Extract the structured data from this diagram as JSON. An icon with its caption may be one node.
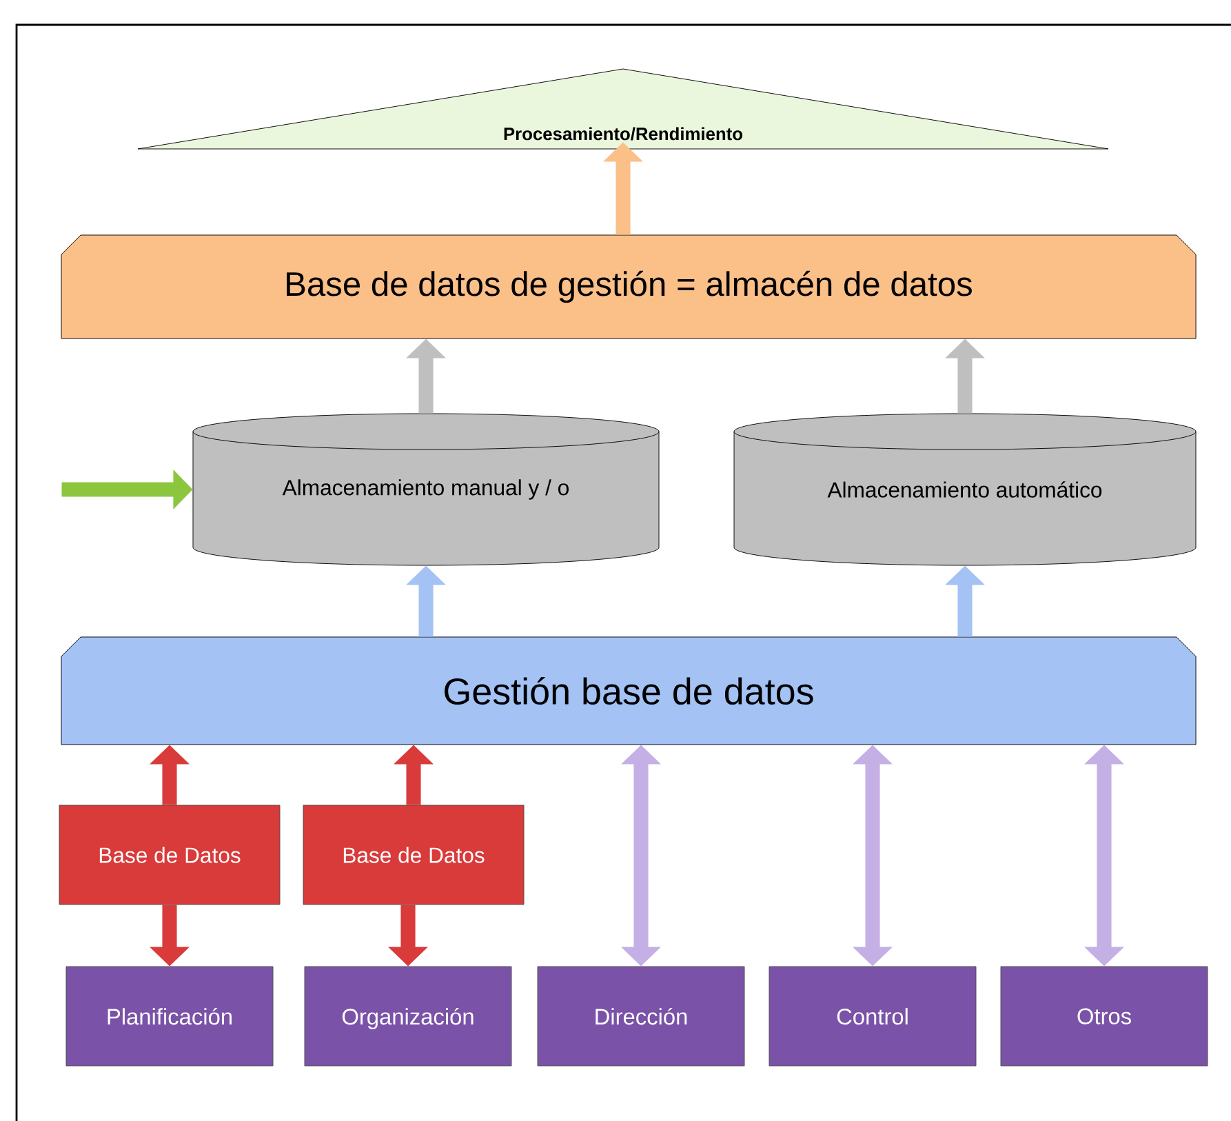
{
  "diagram": {
    "nodes": [
      {
        "text": [
          "Procesamiento/Rendimiento"
        ]
      },
      {
        "text": [
          "Base de datos de gestión = almacén de datos"
        ]
      },
      {
        "text": [
          "Almacenamiento manual y / o"
        ]
      },
      {
        "text": [
          "Almacenamiento automático"
        ]
      },
      {
        "text": [
          "Gestión base de datos"
        ]
      },
      {
        "text": [
          "Base de Datos"
        ]
      },
      {
        "text": [
          "Base de Datos"
        ]
      },
      {
        "text": [
          "Planificación"
        ]
      },
      {
        "text": [
          "Organización"
        ]
      },
      {
        "text": [
          "Dirección"
        ]
      },
      {
        "text": [
          "Control"
        ]
      },
      {
        "text": [
          "Otros"
        ]
      }
    ],
    "edges": [
      {
        "from": 1,
        "to": 0,
        "arrow": "to",
        "color": "#fbbf88"
      },
      {
        "from": 2,
        "to": 1,
        "arrow": "to",
        "color": "#bfbfbf"
      },
      {
        "from": 3,
        "to": 1,
        "arrow": "to",
        "color": "#bfbfbf"
      },
      {
        "from": 4,
        "to": 2,
        "arrow": "to",
        "color": "#a4c2f4"
      },
      {
        "from": 4,
        "to": 3,
        "arrow": "to",
        "color": "#a4c2f4"
      },
      {
        "from": 5,
        "to": 4,
        "arrow": "to",
        "color": "#d93a3a"
      },
      {
        "from": 5,
        "to": 7,
        "arrow": "to",
        "color": "#d93a3a"
      },
      {
        "from": 6,
        "to": 4,
        "arrow": "to",
        "color": "#d93a3a"
      },
      {
        "from": 6,
        "to": 8,
        "arrow": "to",
        "color": "#d93a3a"
      },
      {
        "from": 9,
        "to": 4,
        "arrow": "both",
        "color": "#c4b0e4"
      },
      {
        "from": 10,
        "to": 4,
        "arrow": "both",
        "color": "#c4b0e4"
      },
      {
        "from": 11,
        "to": 4,
        "arrow": "both",
        "color": "#c4b0e4"
      },
      {
        "from": null,
        "to": 2,
        "arrow": "to",
        "color": "#8cc63f"
      }
    ]
  }
}
